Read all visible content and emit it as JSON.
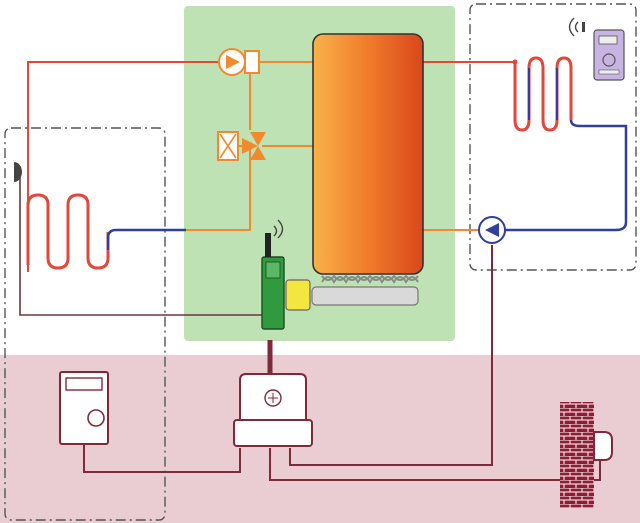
{
  "colors": {
    "supply_pipe": "#e2473b",
    "return_pipe": "#2e3f9c",
    "gas_line": "#7f2a3a",
    "control_wire": "#6b3644",
    "orange_line": "#f08a2c",
    "plant_room": "#bfe2b4",
    "basement_zone": "#e9cdd2",
    "tank_light": "#f7a03a",
    "tank_dark": "#e0521c",
    "burner_gray": "#d9d9d9",
    "burner_yellow": "#f4e640",
    "controller_green": "#2f9a3e",
    "brick": "#8e1e36",
    "thermostat_purple": "#c7b4e3"
  },
  "components": {
    "pump_top": "circulation-pump",
    "pump_right": "circulation-pump",
    "mixing_valve": "three-way-mixing-valve",
    "actuator": "valve-actuator",
    "storage_tank": "boiler-tank",
    "burner": "burner-unit",
    "controller": "boiler-controller",
    "gas_meter": "gas-meter",
    "room_unit": "room-control-unit",
    "thermostat": "wireless-thermostat",
    "chimney": "brick-chimney",
    "radiator_left": "floor-heating-coil",
    "radiator_right": "floor-heating-coil"
  },
  "icons": [
    "wifi-icon",
    "wifi-icon",
    "flame-icon"
  ]
}
